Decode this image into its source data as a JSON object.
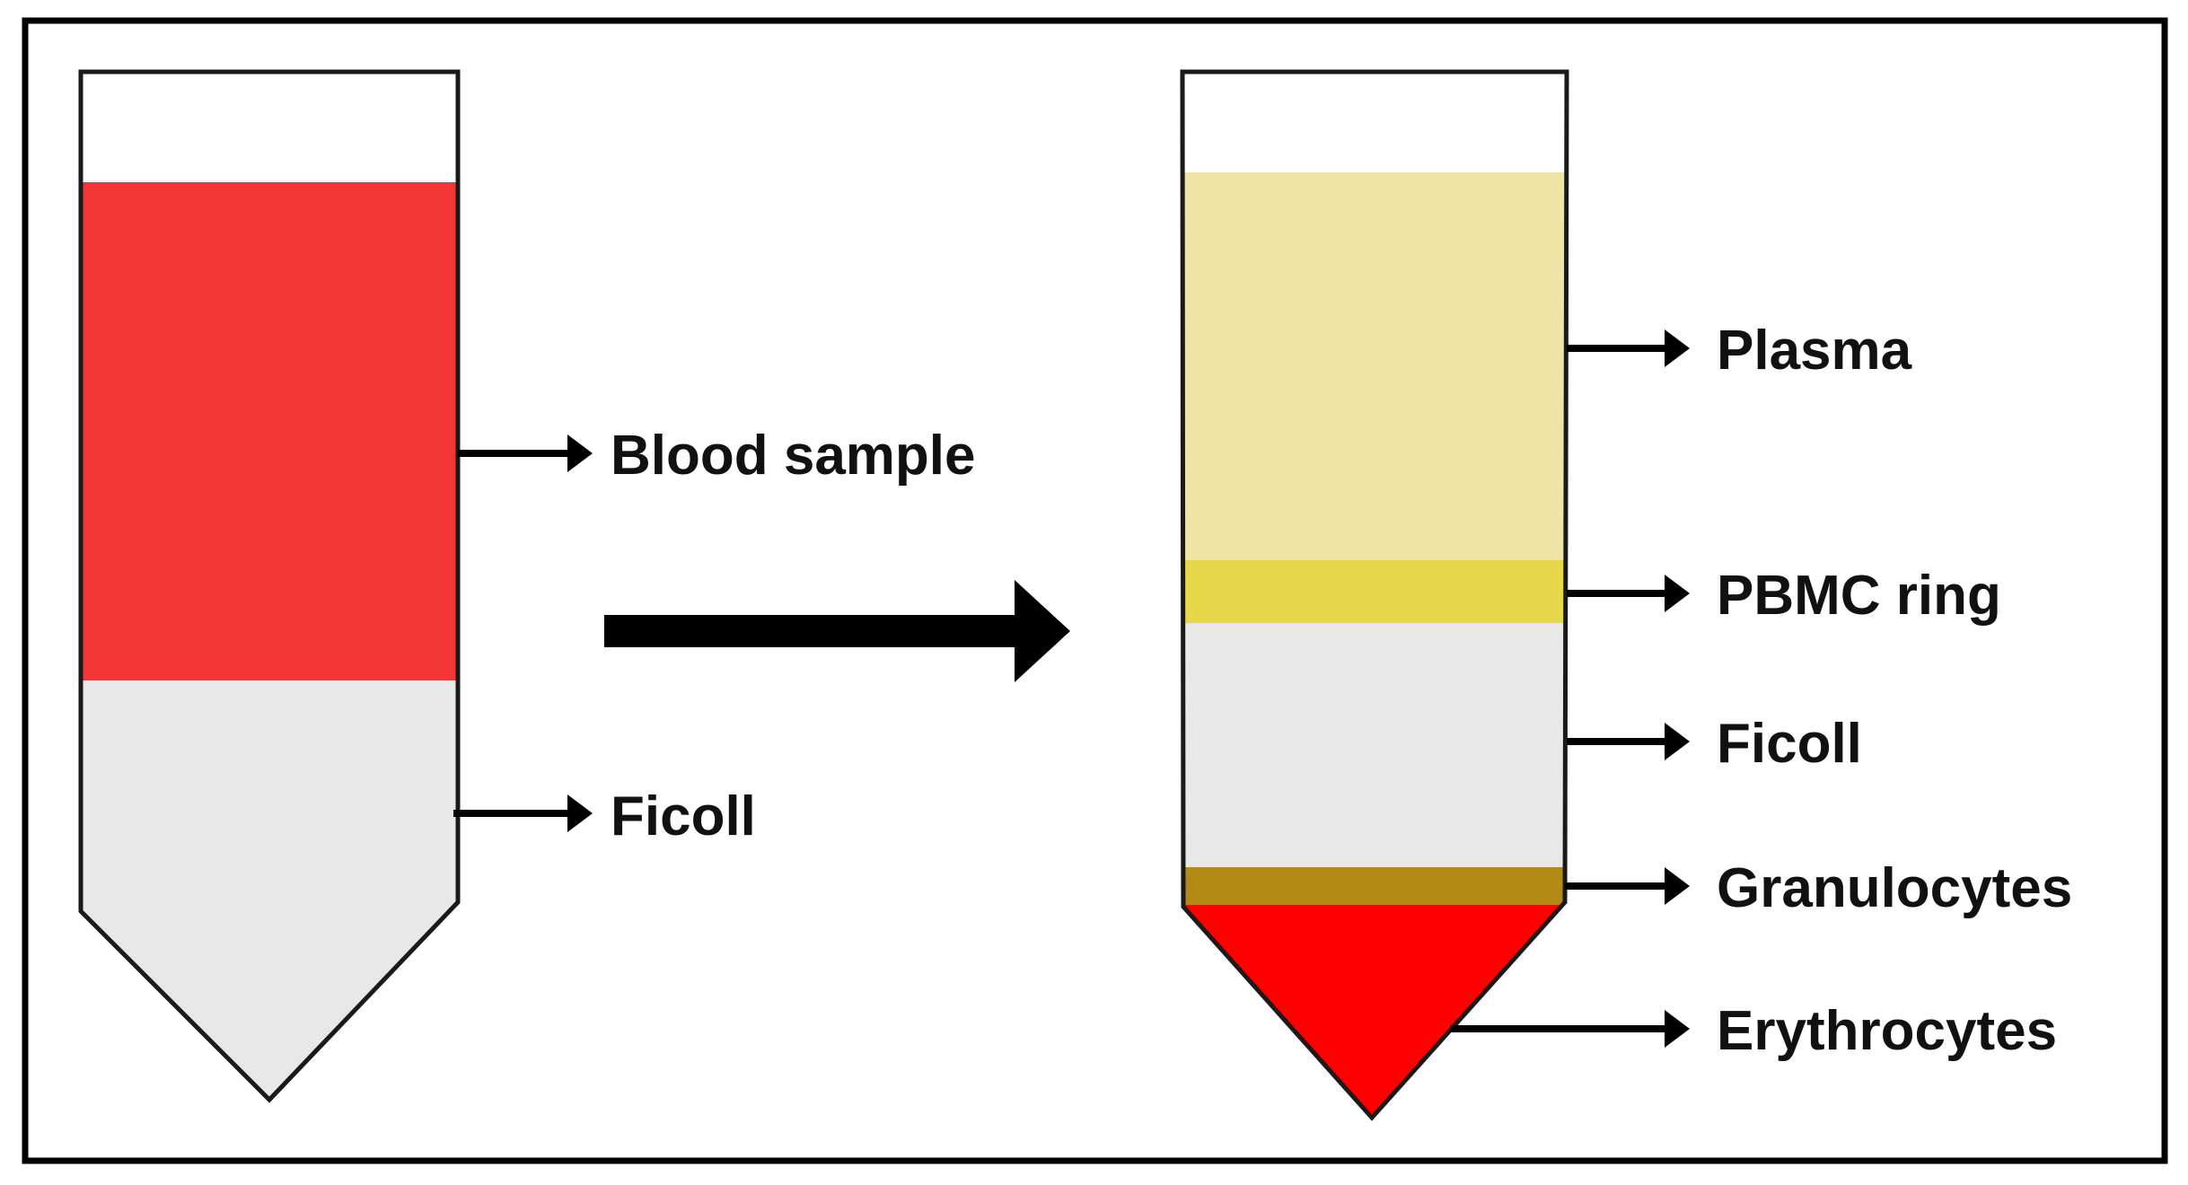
{
  "colors": {
    "border": "#000000",
    "tube_outline": "#1a1a1a",
    "empty_space": "#ffffff",
    "blood_sample": "#f23535",
    "ficoll": "#e8e8e8",
    "plasma": "#f0e3a6",
    "pbmc_ring": "#e6d84a",
    "granulocytes": "#b38a16",
    "erythrocytes": "#fe0000",
    "arrow": "#000000"
  },
  "before_tube": {
    "labels": {
      "blood_sample": "Blood sample",
      "ficoll": "Ficoll"
    }
  },
  "after_tube": {
    "labels": {
      "plasma": "Plasma",
      "pbmc_ring": "PBMC ring",
      "ficoll": "Ficoll",
      "granulocytes": "Granulocytes",
      "erythrocytes": "Erythrocytes"
    }
  },
  "process_arrow": {
    "icon": "right-arrow-icon"
  }
}
